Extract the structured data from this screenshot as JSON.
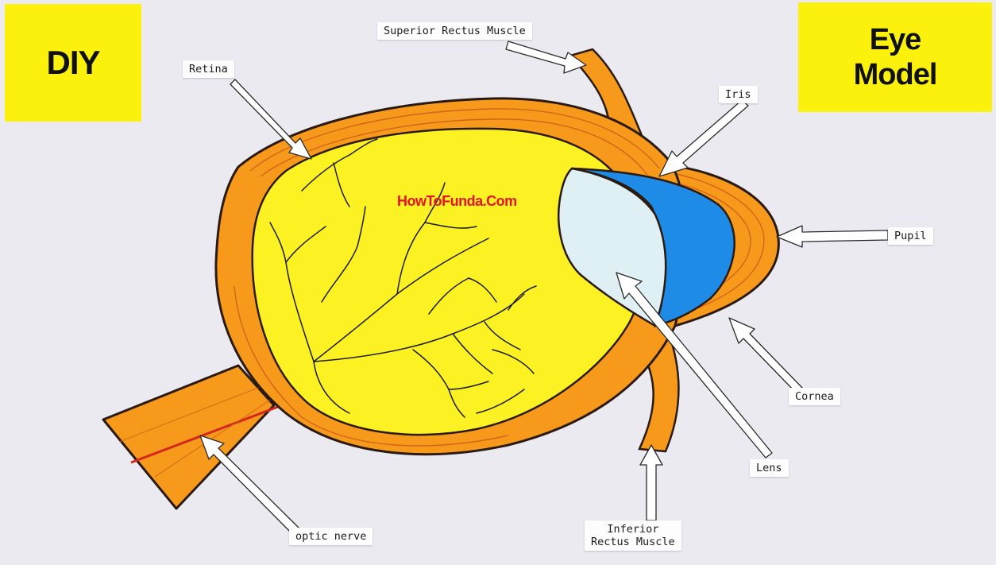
{
  "badges": {
    "left": "DIY",
    "right_line1": "Eye",
    "right_line2": "Model"
  },
  "watermark": "HowToFunda.Com",
  "labels": {
    "superior_rectus": "Superior Rectus Muscle",
    "retina": "Retina",
    "iris": "Iris",
    "pupil": "Pupil",
    "cornea": "Cornea",
    "lens": "Lens",
    "optic_nerve": "optic nerve",
    "inferior_line1": "Inferior",
    "inferior_line2": "Rectus Muscle"
  },
  "colors": {
    "background": "#eceaf1",
    "badge": "#fbf10c",
    "sclera": "#f79a1c",
    "vitreous": "#fbf123",
    "iris": "#1e8be6",
    "lens": "#dff0f4",
    "outline": "#2a1a10",
    "watermark": "#e3142a"
  }
}
